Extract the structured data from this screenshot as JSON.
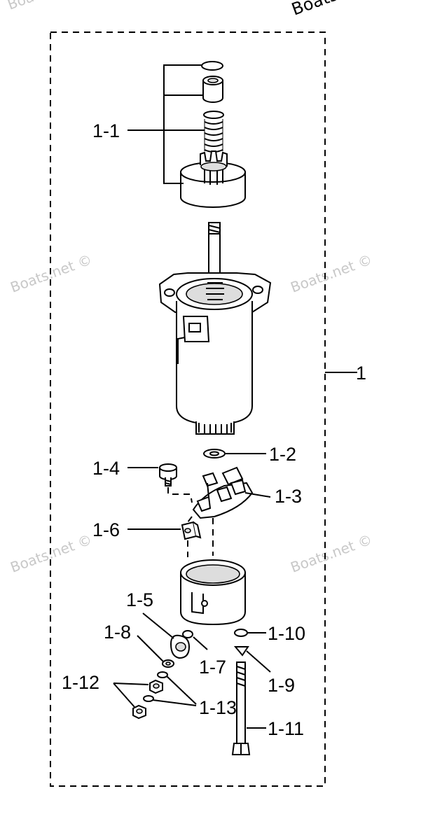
{
  "diagram": {
    "callouts": [
      {
        "id": "c1-1",
        "label": "1-1"
      },
      {
        "id": "c1",
        "label": "1"
      },
      {
        "id": "c1-2",
        "label": "1-2"
      },
      {
        "id": "c1-3",
        "label": "1-3"
      },
      {
        "id": "c1-4",
        "label": "1-4"
      },
      {
        "id": "c1-6",
        "label": "1-6"
      },
      {
        "id": "c1-5",
        "label": "1-5"
      },
      {
        "id": "c1-8",
        "label": "1-8"
      },
      {
        "id": "c1-7",
        "label": "1-7"
      },
      {
        "id": "c1-12",
        "label": "1-12"
      },
      {
        "id": "c1-13",
        "label": "1-13"
      },
      {
        "id": "c1-10",
        "label": "1-10"
      },
      {
        "id": "c1-9",
        "label": "1-9"
      },
      {
        "id": "c1-11",
        "label": "1-11"
      }
    ],
    "watermarks": {
      "top_corner": "Boats.",
      "faded": "Boats.net ©"
    }
  }
}
